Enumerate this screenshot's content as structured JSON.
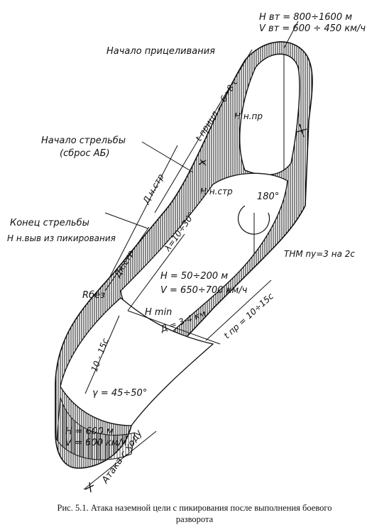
{
  "diagram": {
    "labels": {
      "h_top": "Н вт = 800÷1600 м",
      "v_top": "V вт = 600 ÷ 450 км/ч",
      "aim_start": "Начало прицеливания",
      "t_aim": "t прицл = 6÷8 с",
      "h_n_pr": "Н н.пр",
      "fire_start": "Начало стрельбы",
      "bomb_drop": "(сброс АБ)",
      "d_n_str": "Д н.стр",
      "h_n_str": "Н н.стр",
      "angle_180": "180°",
      "fire_end": "Конец стрельбы",
      "exit_dive": "Н н.выв из пикирования",
      "lambda": "λ=10÷30°",
      "d_k_str": "Дк.стр",
      "tnm": "ТНМ nу=3 на 2с",
      "h_mid": "Н = 50÷200 м",
      "v_mid": "V = 650÷700 км/ч",
      "r_bez": "Rбез",
      "h_min": "Н min",
      "d_range": "Д = 3-4 км",
      "t_turn": "t пр = 10÷15с",
      "t_entry": "10 - 15с",
      "gamma": "γ = 45÷50°",
      "h_low": "Н = 600 м",
      "v_low": "V = 600 км/ч",
      "attack_course": "Атака с ходу"
    }
  },
  "caption": {
    "line1": "Рис. 5.1. Атака наземной цели с пикирования после выполнения боевого",
    "line2": "разворота"
  }
}
